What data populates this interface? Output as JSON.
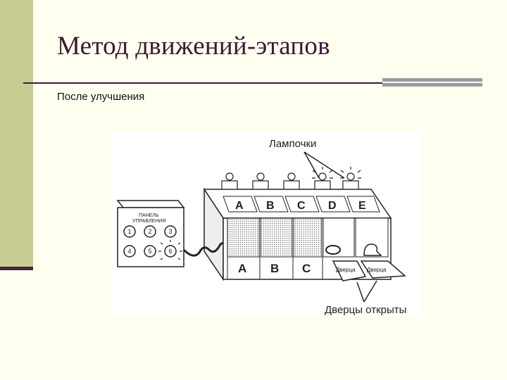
{
  "slide": {
    "title": "Метод движений-этапов",
    "subtitle": "После улучшения"
  },
  "diagram": {
    "label_bulbs": "Лампочки",
    "label_doors_open": "Дверцы открыты",
    "panel_title_line1": "ПАНЕЛЬ",
    "panel_title_line2": "УПРАВЛЕНИЯ",
    "panel_buttons": [
      "1",
      "2",
      "3",
      "4",
      "5",
      "6"
    ],
    "top_labels": [
      "A",
      "B",
      "C",
      "D",
      "E"
    ],
    "front_labels": [
      "A",
      "B",
      "C"
    ],
    "door_text": "Дверца"
  },
  "colors": {
    "sidebar": "#c8cb91",
    "accent": "#4b1f3f",
    "title": "#3b1a33",
    "background": "#fffff0"
  }
}
